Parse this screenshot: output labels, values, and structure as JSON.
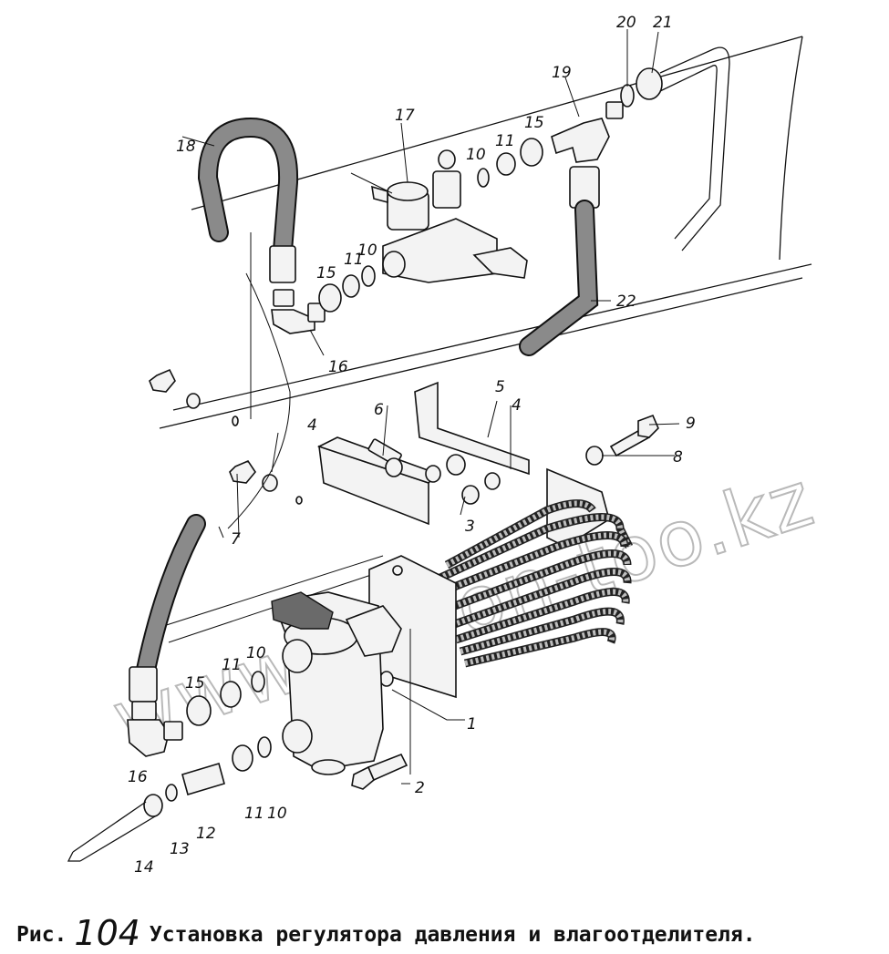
{
  "figure": {
    "prefix": "Рис.",
    "number": "104",
    "title": "Установка регулятора давления и влагоотделителя."
  },
  "watermark": "www.sinron-too.kz",
  "callouts": [
    "1",
    "2",
    "3",
    "4",
    "4",
    "5",
    "6",
    "7",
    "8",
    "9",
    "10",
    "10",
    "10",
    "11",
    "11",
    "11",
    "12",
    "13",
    "14",
    "15",
    "15",
    "15",
    "16",
    "16",
    "17",
    "18",
    "19",
    "20",
    "21",
    "22",
    "10",
    "11"
  ]
}
